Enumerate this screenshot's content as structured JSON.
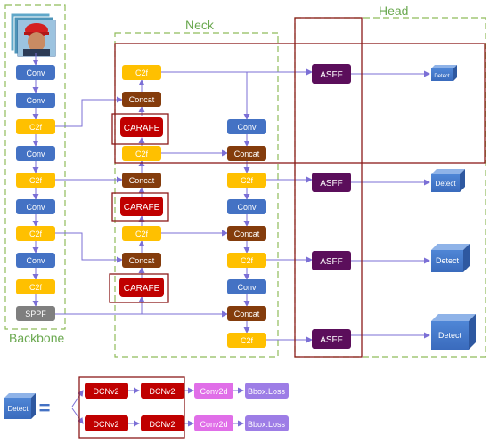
{
  "sections": {
    "backbone": "Backbone",
    "neck": "Neck",
    "head": "Head"
  },
  "blocks": {
    "conv": "Conv",
    "c2f": "C2f",
    "sppf": "SPPF",
    "concat": "Concat",
    "carafe": "CARAFE",
    "asff": "ASFF",
    "detect": "Detect"
  },
  "detect_head": {
    "detect": "Detect",
    "equals": "=",
    "dcnv2": "DCNv2",
    "conv2d": "Conv2d",
    "bbox_loss": "Bbox.Loss"
  },
  "colors": {
    "conv": "#4472c4",
    "c2f": "#ffc000",
    "sppf": "#7f7f7f",
    "concat": "#843c0c",
    "carafe": "#c00000",
    "asff": "#5b0e5b",
    "detect": "#4472c4",
    "conv2d": "#e06ee8",
    "bbox": "#9d7de6",
    "dashed_green": "#8fbc5a",
    "red_frame": "#8b1a1a",
    "arrow": "#7b6fd6"
  }
}
